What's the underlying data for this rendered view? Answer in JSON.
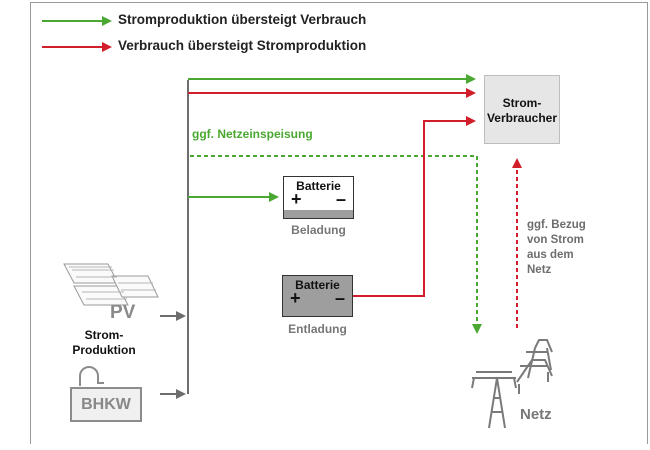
{
  "legend": {
    "green_label": "Stromproduktion übersteigt Verbrauch",
    "red_label": "Verbrauch übersteigt Stromproduktion"
  },
  "labels": {
    "feed_in": "ggf. Netzeinspeisung",
    "consumer": "Strom-\nVerbraucher",
    "battery_charge_title": "Batterie",
    "battery_charge_caption": "Beladung",
    "battery_discharge_title": "Batterie",
    "battery_discharge_caption": "Entladung",
    "plus": "+",
    "minus": "–",
    "pv": "PV",
    "production": "Strom-\nProduktion",
    "chp": "BHKW",
    "grid_draw": "ggf. Bezug\nvon Strom\naus dem\nNetz",
    "grid": "Netz"
  },
  "colors": {
    "green": "#4aa832",
    "red": "#d21e2b",
    "gray": "#6d6d6d",
    "light_gray_fill": "#e6e6e6",
    "dark_gray_fill": "#9e9e9e"
  },
  "icons": [
    "solar-panel-icon",
    "chp-unit-icon",
    "power-pylon-icon"
  ]
}
